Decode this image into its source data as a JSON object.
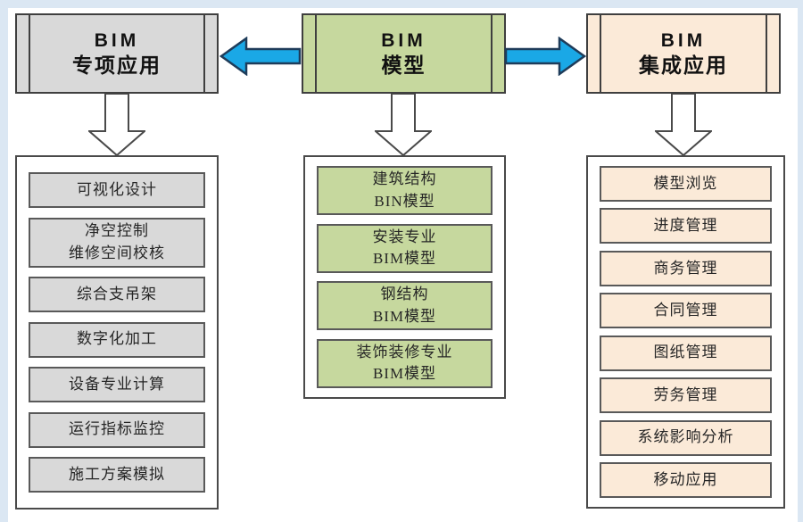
{
  "columns": [
    {
      "header_line1": "BIM",
      "header_line2": "专项应用",
      "items": [
        {
          "line1": "可视化设计"
        },
        {
          "line1": "净空控制",
          "line2": "维修空间校核"
        },
        {
          "line1": "综合支吊架"
        },
        {
          "line1": "数字化加工"
        },
        {
          "line1": "设备专业计算"
        },
        {
          "line1": "运行指标监控"
        },
        {
          "line1": "施工方案模拟"
        }
      ]
    },
    {
      "header_line1": "BIM",
      "header_line2": "模型",
      "items": [
        {
          "line1": "建筑结构",
          "line2": "BIN模型"
        },
        {
          "line1": "安装专业",
          "line2": "BIM模型"
        },
        {
          "line1": "钢结构",
          "line2": "BIM模型"
        },
        {
          "line1": "装饰装修专业",
          "line2": "BIM模型"
        }
      ]
    },
    {
      "header_line1": "BIM",
      "header_line2": "集成应用",
      "items": [
        {
          "line1": "模型浏览"
        },
        {
          "line1": "进度管理"
        },
        {
          "line1": "商务管理"
        },
        {
          "line1": "合同管理"
        },
        {
          "line1": "图纸管理"
        },
        {
          "line1": "劳务管理"
        },
        {
          "line1": "系统影响分析"
        },
        {
          "line1": "移动应用"
        }
      ]
    }
  ],
  "colors": {
    "gray_fill": "#d9d9d9",
    "green_fill": "#c6d89e",
    "cream_fill": "#fbead8",
    "arrow_blue": "#1aa8e6",
    "arrow_outline": "#1e3c5a",
    "box_border": "#595959",
    "frame_blue": "#dbe7f3"
  }
}
